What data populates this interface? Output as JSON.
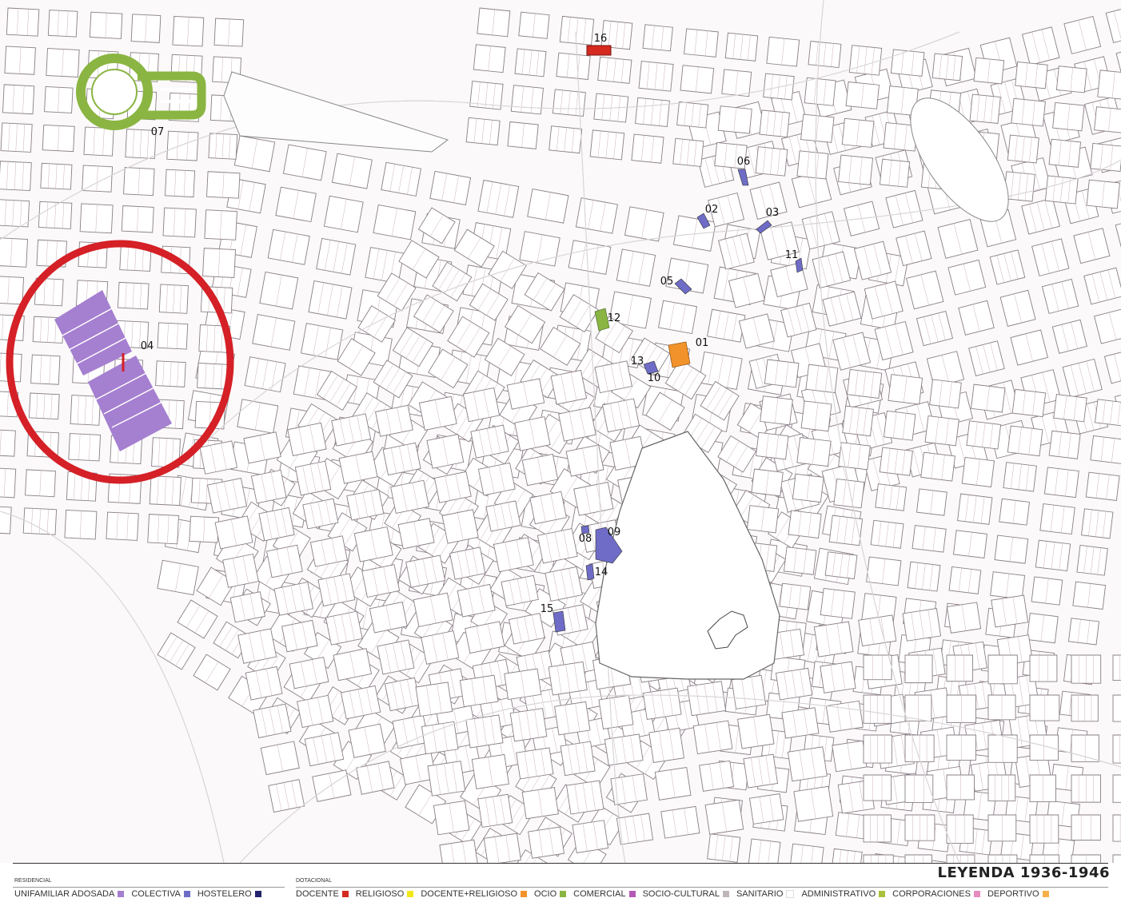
{
  "legend": {
    "title": "LEYENDA 1936-1946",
    "residential_group": "RESIDENCIAL",
    "dotational_group": "DOTACIONAL",
    "residential_items": [
      {
        "label": "UNIFAMILIAR ADOSADA",
        "color": "#a57fd0"
      },
      {
        "label": "COLECTIVA",
        "color": "#6e6cc6"
      },
      {
        "label": "HOSTELERO",
        "color": "#23236e"
      }
    ],
    "dotational_items": [
      {
        "label": "DOCENTE",
        "color": "#d42a1f"
      },
      {
        "label": "RELIGIOSO",
        "color": "#f1e81a"
      },
      {
        "label": "DOCENTE+RELIGIOSO",
        "color": "#f2922a"
      },
      {
        "label": "OCIO",
        "color": "#8ab542"
      },
      {
        "label": "COMERCIAL",
        "color": "#b559b5"
      },
      {
        "label": "SOCIO-CULTURAL",
        "color": "#c2b6bd"
      },
      {
        "label": "SANITARIO",
        "color": "#ffffff"
      },
      {
        "label": "ADMINISTRATIVO",
        "color": "#a9c23a"
      },
      {
        "label": "CORPORACIONES",
        "color": "#e78cc1"
      },
      {
        "label": "DEPORTIVO",
        "color": "#f6b04a"
      }
    ]
  },
  "map": {
    "highlight_color": "#d42026",
    "markers": [
      {
        "id": "01",
        "category": "DOCENTE+RELIGIOSO",
        "color": "#f2922a"
      },
      {
        "id": "02",
        "category": "COLECTIVA",
        "color": "#6e6cc6"
      },
      {
        "id": "03",
        "category": "COLECTIVA",
        "color": "#6e6cc6"
      },
      {
        "id": "04",
        "category": "UNIFAMILIAR ADOSADA",
        "color": "#a57fd0"
      },
      {
        "id": "05",
        "category": "COLECTIVA",
        "color": "#6e6cc6"
      },
      {
        "id": "06",
        "category": "COLECTIVA",
        "color": "#6e6cc6"
      },
      {
        "id": "07",
        "category": "OCIO",
        "color": "#8ab542"
      },
      {
        "id": "08",
        "category": "COLECTIVA",
        "color": "#6e6cc6"
      },
      {
        "id": "09",
        "category": "COLECTIVA",
        "color": "#6e6cc6"
      },
      {
        "id": "10",
        "category": "COLECTIVA",
        "color": "#6e6cc6"
      },
      {
        "id": "11",
        "category": "COLECTIVA",
        "color": "#6e6cc6"
      },
      {
        "id": "12",
        "category": "OCIO",
        "color": "#8ab542"
      },
      {
        "id": "13",
        "category": "COLECTIVA",
        "color": "#6e6cc6"
      },
      {
        "id": "14",
        "category": "COLECTIVA",
        "color": "#6e6cc6"
      },
      {
        "id": "15",
        "category": "COLECTIVA",
        "color": "#6e6cc6"
      },
      {
        "id": "16",
        "category": "DOCENTE",
        "color": "#d42a1f"
      }
    ]
  }
}
